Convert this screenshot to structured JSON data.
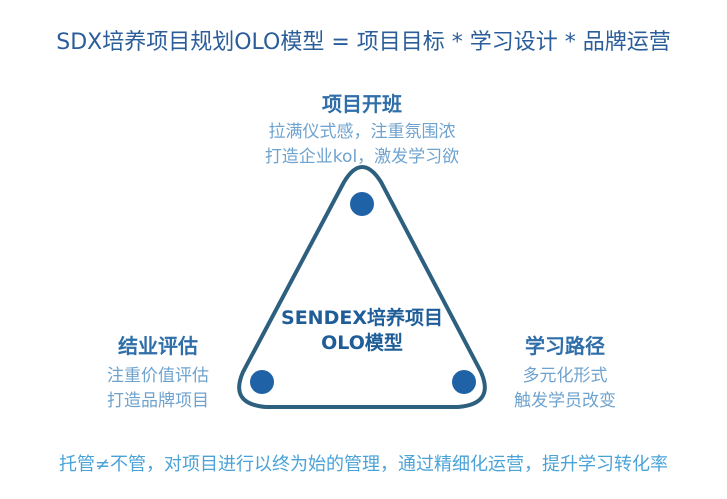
{
  "title": "SDX培养项目规划OLO模型 = 项目目标 * 学习设计 * 品牌运营",
  "top_node": {
    "heading": "项目开班",
    "lines": [
      "拉满仪式感，注重氛围浓",
      "打造企业kol，激发学习欲"
    ]
  },
  "left_node": {
    "heading": "结业评估",
    "lines": [
      "注重价值评估",
      "打造品牌项目"
    ]
  },
  "right_node": {
    "heading": "学习路径",
    "lines": [
      "多元化形式",
      "触发学员改变"
    ]
  },
  "center": {
    "lines": [
      "SENDEX培养项目",
      "OLO模型"
    ]
  },
  "footer": "托管≠不管，对项目进行以终为始的管理，通过精细化运营，提升学习转化率",
  "colors": {
    "triangle": "#2d607f",
    "dot": "#1f63a6"
  }
}
